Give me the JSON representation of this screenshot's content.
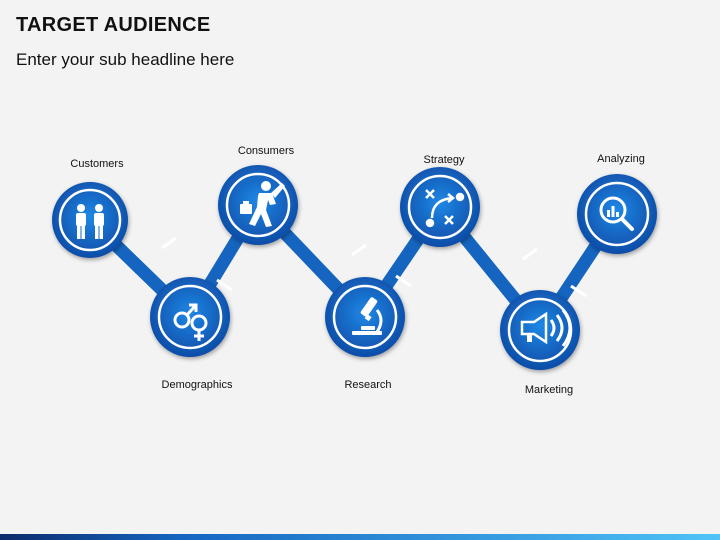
{
  "header": {
    "title": "TARGET AUDIENCE",
    "subtitle": "Enter your sub headline here"
  },
  "colors": {
    "accent": "#1565c0",
    "accent_light": "#1e88e5",
    "ring": "#ffffff",
    "background": "#f3f3f3"
  },
  "steps": [
    {
      "label": "Customers",
      "icon": "people-icon"
    },
    {
      "label": "Demographics",
      "icon": "gender-icon"
    },
    {
      "label": "Consumers",
      "icon": "businessman-icon"
    },
    {
      "label": "Research",
      "icon": "microscope-icon"
    },
    {
      "label": "Strategy",
      "icon": "strategy-icon"
    },
    {
      "label": "Marketing",
      "icon": "megaphone-icon"
    },
    {
      "label": "Analyzing",
      "icon": "magnifier-chart-icon"
    }
  ]
}
